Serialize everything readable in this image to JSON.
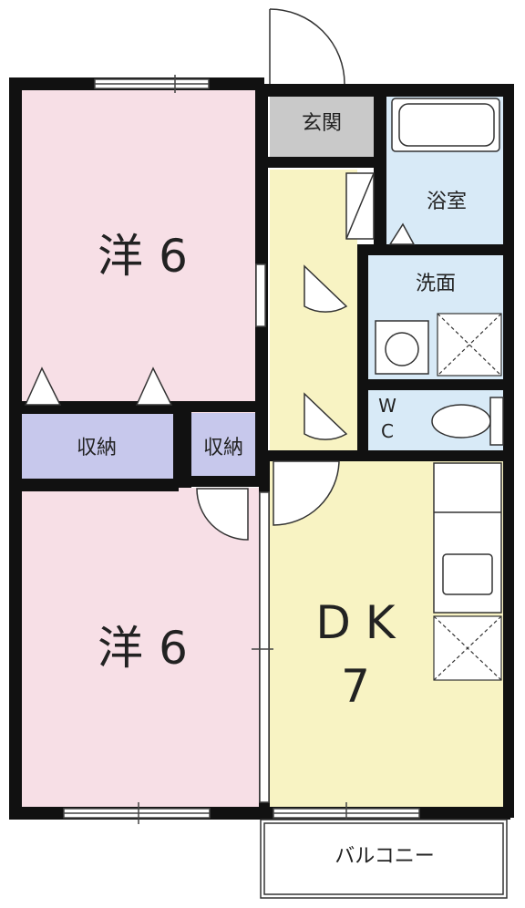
{
  "rooms": {
    "western_room_1": {
      "name": "洋",
      "size": "6"
    },
    "western_room_2": {
      "name": "洋",
      "size": "6"
    },
    "dining_kitchen": {
      "name": "D K",
      "size": "7"
    },
    "storage_left": "収納",
    "storage_right": "収納",
    "entrance": "玄関",
    "bathroom": "浴室",
    "washroom": "洗面",
    "toilet_w": "W",
    "toilet_c": "C",
    "balcony": "バルコニー"
  },
  "colors": {
    "western_room": "#f7dfe6",
    "dining_kitchen": "#f8f3c3",
    "hallway": "#f8f3c3",
    "wet_area": "#d8eaf7",
    "storage": "#c7c8ec",
    "entrance": "#c9c9c9",
    "wall": "#111111"
  }
}
